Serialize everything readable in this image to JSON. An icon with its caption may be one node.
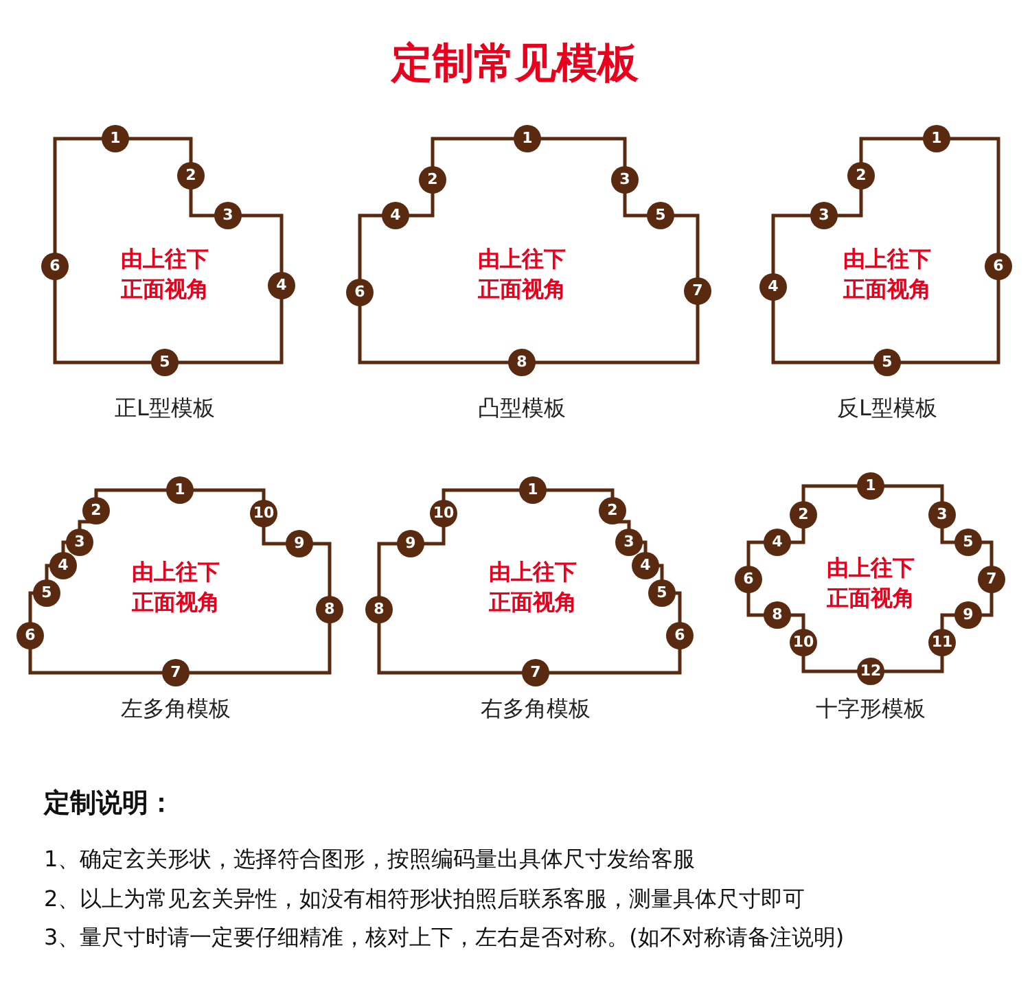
{
  "diagram": {
    "title": "定制常见模板",
    "nodes": [
      {
        "text": [
          "由上往下正面视角"
        ],
        "beside": [
          "正L型模板"
        ]
      },
      {
        "text": [
          "由上往下正面视角"
        ],
        "beside": [
          "凸型模板"
        ]
      },
      {
        "text": [
          "由上往下正面视角"
        ],
        "beside": [
          "反L型模板"
        ]
      },
      {
        "text": [
          "由上往下正面视角"
        ],
        "beside": [
          "左多角模板"
        ]
      },
      {
        "text": [
          "由上往下正面视角"
        ],
        "beside": [
          "右多角模板"
        ]
      },
      {
        "text": [
          "由上往下正面视角"
        ],
        "beside": [
          "十字形模板"
        ]
      }
    ],
    "labels": [
      "1",
      "2",
      "3",
      "4",
      "5",
      "6",
      "1",
      "2",
      "3",
      "4",
      "5",
      "6",
      "7",
      "8",
      "1",
      "2",
      "3",
      "4",
      "5",
      "6",
      "1",
      "2",
      "3",
      "4",
      "5",
      "6",
      "7",
      "8",
      "9",
      "10",
      "1",
      "2",
      "3",
      "4",
      "5",
      "6",
      "7",
      "8",
      "9",
      "10",
      "1",
      "2",
      "3",
      "4",
      "5",
      "6",
      "7",
      "8",
      "9",
      "10",
      "11",
      "12",
      "定制说明：",
      "1、确定玄关形状，选择符合图形，按照编码量出具体尺寸发给客服",
      "2、以上为常见玄关异性，如没有相符形状拍照后联系客服，测量具体尺寸即可",
      "3、量尺寸时请一定要仔细精准，核对上下，左右是否对称。(如不对称请备注说明)"
    ]
  }
}
